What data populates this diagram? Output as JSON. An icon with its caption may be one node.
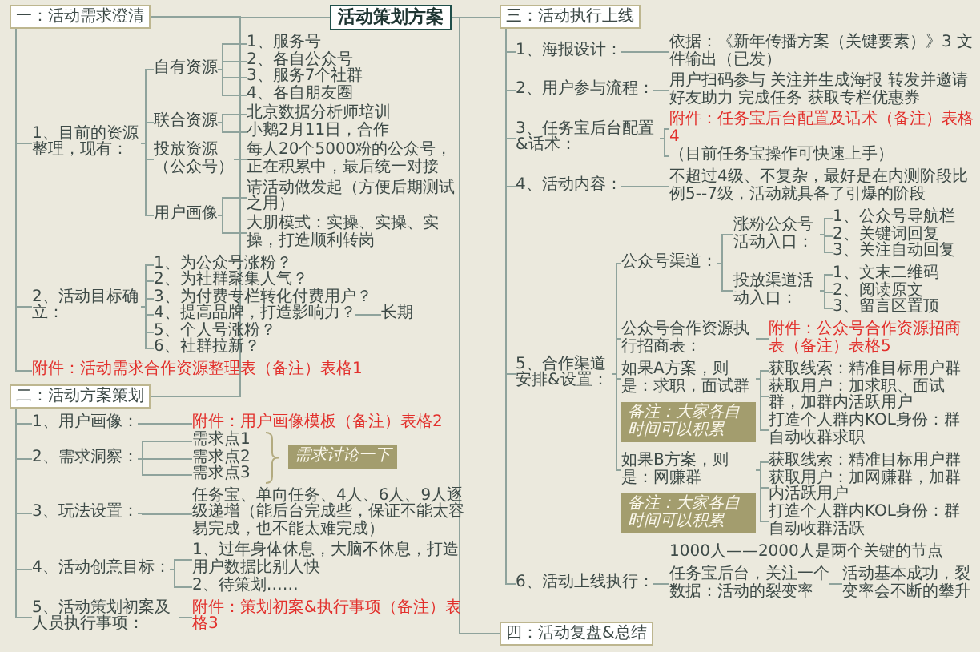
{
  "diagram": {
    "nodes": [
      {
        "text": [
          "活动策划方案"
        ]
      },
      {
        "text": [
          "一：活动需求澄清"
        ]
      },
      {
        "text": [
          "1、目前的资源整理，现有："
        ]
      },
      {
        "text": [
          "自有资源"
        ]
      },
      {
        "text": [
          "1、服务号"
        ]
      },
      {
        "text": [
          "2、各自公众号"
        ]
      },
      {
        "text": [
          "3、服务7个社群"
        ]
      },
      {
        "text": [
          "4、各自朋友圈"
        ]
      },
      {
        "text": [
          "联合资源"
        ]
      },
      {
        "text": [
          "北京数据分析师培训"
        ]
      },
      {
        "text": [
          "小鹅2月11日，合作"
        ]
      },
      {
        "text": [
          "投放资源（公众号）"
        ]
      },
      {
        "text": [
          "每人20个5000粉的公众号，正在积累中，最后统一对接"
        ]
      },
      {
        "text": [
          "用户画像"
        ]
      },
      {
        "text": [
          "请活动做发起（方便后期测试之用）"
        ]
      },
      {
        "text": [
          "大朋模式：实操、实操、实操，打造顺利转岗"
        ]
      },
      {
        "text": [
          "2、活动目标确立："
        ]
      },
      {
        "text": [
          "1、为公众号涨粉？"
        ]
      },
      {
        "text": [
          "2、为社群聚集人气？"
        ]
      },
      {
        "text": [
          "3、为付费专栏转化付费用户？"
        ]
      },
      {
        "text": [
          "4、提高品牌，打造影响力？"
        ]
      },
      {
        "text": [
          "长期"
        ]
      },
      {
        "text": [
          "5、个人号涨粉？"
        ]
      },
      {
        "text": [
          "6、社群拉新？"
        ]
      },
      {
        "text": [
          "附件：活动需求合作资源整理表（备注）表格1"
        ]
      },
      {
        "text": [
          "二：活动方案策划"
        ]
      },
      {
        "text": [
          "1、用户画像："
        ]
      },
      {
        "text": [
          "附件：用户画像模板（备注）表格2"
        ]
      },
      {
        "text": [
          "2、需求洞察："
        ]
      },
      {
        "text": [
          "需求点1"
        ]
      },
      {
        "text": [
          "需求点2"
        ]
      },
      {
        "text": [
          "需求点3"
        ]
      },
      {
        "text": [
          "需求讨论一下"
        ]
      },
      {
        "text": [
          "3、玩法设置："
        ]
      },
      {
        "text": [
          "任务宝、单向任务、4人、6人、9人逐级递增（能后台完成些，保证不能太容易完成，也不能太难完成）"
        ]
      },
      {
        "text": [
          "4、活动创意目标："
        ]
      },
      {
        "text": [
          "1、过年身体休息，大脑不休息，打造用户数据比别人快"
        ]
      },
      {
        "text": [
          "2、待策划……"
        ]
      },
      {
        "text": [
          "5、活动策划初案及人员执行事项："
        ]
      },
      {
        "text": [
          "附件：策划初案&执行事项（备注）表格3"
        ]
      },
      {
        "text": [
          "三：活动执行上线"
        ]
      },
      {
        "text": [
          "1、海报设计："
        ]
      },
      {
        "text": [
          "依据：《新年传播方案（关键要素）》3 文件输出（已发）"
        ]
      },
      {
        "text": [
          "2、用户参与流程："
        ]
      },
      {
        "text": [
          "用户扫码参与 关注并生成海报 转发并邀请好友助力 完成任务 获取专栏优惠券"
        ]
      },
      {
        "text": [
          "3、任务宝后台配置&话术："
        ]
      },
      {
        "text": [
          "附件：任务宝后台配置及话术（备注）表格4"
        ]
      },
      {
        "text": [
          "（目前任务宝操作可快速上手）"
        ]
      },
      {
        "text": [
          "4、活动内容："
        ]
      },
      {
        "text": [
          "不超过4级、不复杂，最好是在内测阶段比例5--7级，活动就具备了引爆的阶段"
        ]
      },
      {
        "text": [
          "5、合作渠道安排&设置："
        ]
      },
      {
        "text": [
          "公众号渠道："
        ]
      },
      {
        "text": [
          "涨粉公众号活动入口："
        ]
      },
      {
        "text": [
          "1、公众号导航栏"
        ]
      },
      {
        "text": [
          "2、关键词回复"
        ]
      },
      {
        "text": [
          "3、关注自动回复"
        ]
      },
      {
        "text": [
          "投放渠道活动入口："
        ]
      },
      {
        "text": [
          "1、文末二维码"
        ]
      },
      {
        "text": [
          "2、阅读原文"
        ]
      },
      {
        "text": [
          "3、留言区置顶"
        ]
      },
      {
        "text": [
          "公众号合作资源执行招商表："
        ]
      },
      {
        "text": [
          "附件：公众号合作资源招商表（备注）表格5"
        ]
      },
      {
        "text": [
          "如果A方案，则是：求职，面试群"
        ]
      },
      {
        "text": [
          "获取线索：精准目标用户群"
        ]
      },
      {
        "text": [
          "获取用户：加求职、面试群，加群内活跃用户"
        ]
      },
      {
        "text": [
          "打造个人群内KOL身份：群自动收群求职"
        ]
      },
      {
        "text": [
          "备注：大家各自时间可以积累"
        ]
      },
      {
        "text": [
          "如果B方案，则是：网赚群"
        ]
      },
      {
        "text": [
          "获取线索：精准目标用户群"
        ]
      },
      {
        "text": [
          "获取用户：加网赚群，加群内活跃用户"
        ]
      },
      {
        "text": [
          "打造个人群内KOL身份：群自动收群活跃"
        ]
      },
      {
        "text": [
          "备注：大家各自时间可以积累"
        ]
      },
      {
        "text": [
          "6、活动上线执行："
        ]
      },
      {
        "text": [
          "任务宝后台，关注一个数据：活动的裂变率"
        ]
      },
      {
        "text": [
          "活动基本成功，裂变率会不断的攀升"
        ]
      },
      {
        "text": [
          "四：活动复盘&总结"
        ]
      }
    ],
    "edges": [
      {
        "from": 0,
        "to": 1,
        "arrow": "none"
      },
      {
        "from": 0,
        "to": 25,
        "arrow": "none"
      },
      {
        "from": 0,
        "to": 40,
        "arrow": "none"
      },
      {
        "from": 0,
        "to": 75,
        "arrow": "none"
      },
      {
        "from": 1,
        "to": 2,
        "arrow": "none"
      },
      {
        "from": 1,
        "to": 16,
        "arrow": "none"
      },
      {
        "from": 1,
        "to": 24,
        "arrow": "none"
      },
      {
        "from": 2,
        "to": 3,
        "arrow": "none"
      },
      {
        "from": 2,
        "to": 8,
        "arrow": "none"
      },
      {
        "from": 2,
        "to": 11,
        "arrow": "none"
      },
      {
        "from": 2,
        "to": 13,
        "arrow": "none"
      },
      {
        "from": 3,
        "to": 4,
        "arrow": "none"
      },
      {
        "from": 3,
        "to": 5,
        "arrow": "none"
      },
      {
        "from": 3,
        "to": 6,
        "arrow": "none"
      },
      {
        "from": 3,
        "to": 7,
        "arrow": "none"
      },
      {
        "from": 8,
        "to": 9,
        "arrow": "none"
      },
      {
        "from": 8,
        "to": 10,
        "arrow": "none"
      },
      {
        "from": 11,
        "to": 12,
        "arrow": "none"
      },
      {
        "from": 13,
        "to": 14,
        "arrow": "none"
      },
      {
        "from": 13,
        "to": 15,
        "arrow": "none"
      },
      {
        "from": 16,
        "to": 17,
        "arrow": "none"
      },
      {
        "from": 16,
        "to": 18,
        "arrow": "none"
      },
      {
        "from": 16,
        "to": 19,
        "arrow": "none"
      },
      {
        "from": 16,
        "to": 20,
        "arrow": "none"
      },
      {
        "from": 16,
        "to": 22,
        "arrow": "none"
      },
      {
        "from": 16,
        "to": 23,
        "arrow": "none"
      },
      {
        "from": 20,
        "to": 21,
        "arrow": "none"
      },
      {
        "from": 25,
        "to": 26,
        "arrow": "none"
      },
      {
        "from": 25,
        "to": 28,
        "arrow": "none"
      },
      {
        "from": 25,
        "to": 33,
        "arrow": "none"
      },
      {
        "from": 25,
        "to": 35,
        "arrow": "none"
      },
      {
        "from": 25,
        "to": 38,
        "arrow": "none"
      },
      {
        "from": 26,
        "to": 27,
        "arrow": "none"
      },
      {
        "from": 28,
        "to": 29,
        "arrow": "none"
      },
      {
        "from": 28,
        "to": 30,
        "arrow": "none"
      },
      {
        "from": 28,
        "to": 31,
        "arrow": "none"
      },
      {
        "from": 33,
        "to": 34,
        "arrow": "none"
      },
      {
        "from": 35,
        "to": 36,
        "arrow": "none"
      },
      {
        "from": 35,
        "to": 37,
        "arrow": "none"
      },
      {
        "from": 38,
        "to": 39,
        "arrow": "none"
      },
      {
        "from": 40,
        "to": 41,
        "arrow": "none"
      },
      {
        "from": 40,
        "to": 43,
        "arrow": "none"
      },
      {
        "from": 40,
        "to": 45,
        "arrow": "none"
      },
      {
        "from": 40,
        "to": 48,
        "arrow": "none"
      },
      {
        "from": 40,
        "to": 50,
        "arrow": "none"
      },
      {
        "from": 40,
        "to": 72,
        "arrow": "none"
      },
      {
        "from": 41,
        "to": 42,
        "arrow": "none"
      },
      {
        "from": 43,
        "to": 44,
        "arrow": "none"
      },
      {
        "from": 45,
        "to": 46,
        "arrow": "none"
      },
      {
        "from": 45,
        "to": 47,
        "arrow": "none"
      },
      {
        "from": 48,
        "to": 49,
        "arrow": "none"
      },
      {
        "from": 50,
        "to": 51,
        "arrow": "none"
      },
      {
        "from": 50,
        "to": 60,
        "arrow": "none"
      },
      {
        "from": 50,
        "to": 62,
        "arrow": "none"
      },
      {
        "from": 50,
        "to": 67,
        "arrow": "none"
      },
      {
        "from": 51,
        "to": 52,
        "arrow": "none"
      },
      {
        "from": 51,
        "to": 56,
        "arrow": "none"
      },
      {
        "from": 52,
        "to": 53,
        "arrow": "none"
      },
      {
        "from": 52,
        "to": 54,
        "arrow": "none"
      },
      {
        "from": 52,
        "to": 55,
        "arrow": "none"
      },
      {
        "from": 56,
        "to": 57,
        "arrow": "none"
      },
      {
        "from": 56,
        "to": 58,
        "arrow": "none"
      },
      {
        "from": 56,
        "to": 59,
        "arrow": "none"
      },
      {
        "from": 60,
        "to": 61,
        "arrow": "none"
      },
      {
        "from": 62,
        "to": 63,
        "arrow": "none"
      },
      {
        "from": 62,
        "to": 64,
        "arrow": "none"
      },
      {
        "from": 62,
        "to": 65,
        "arrow": "none"
      },
      {
        "from": 67,
        "to": 68,
        "arrow": "none"
      },
      {
        "from": 67,
        "to": 69,
        "arrow": "none"
      },
      {
        "from": 67,
        "to": 70,
        "arrow": "none"
      },
      {
        "from": 72,
        "to": 73,
        "arrow": "none"
      },
      {
        "from": 73,
        "to": 74,
        "arrow": "none"
      }
    ],
    "labels": [
      "1000人——2000人是两个关键的节点"
    ]
  }
}
